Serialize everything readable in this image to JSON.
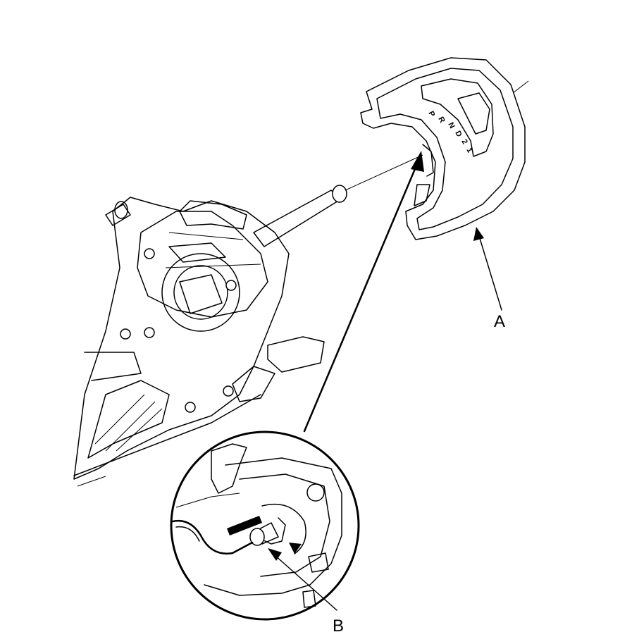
{
  "callouts": {
    "a": "A",
    "b": "B"
  },
  "shift_indicator": [
    "P",
    "R",
    "N",
    "D",
    "2",
    "1"
  ]
}
